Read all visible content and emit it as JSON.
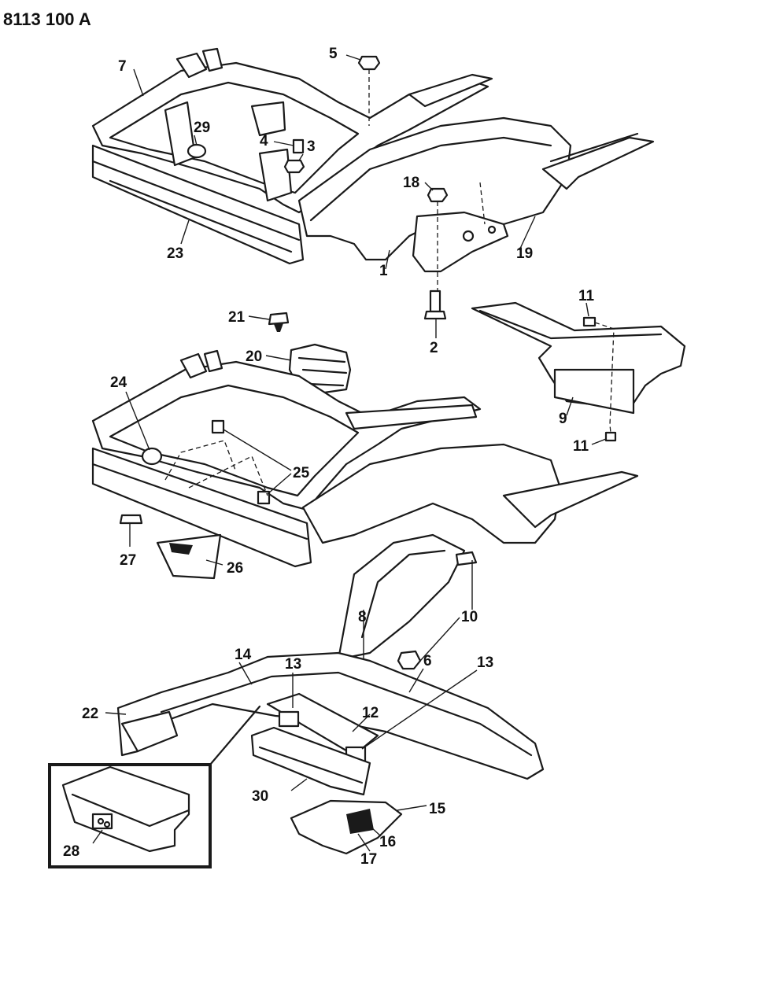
{
  "document": {
    "code": "8113 100 A"
  },
  "callouts": [
    {
      "id": "c1",
      "label": "1"
    },
    {
      "id": "c2",
      "label": "2"
    },
    {
      "id": "c3",
      "label": "3"
    },
    {
      "id": "c4",
      "label": "4"
    },
    {
      "id": "c5",
      "label": "5"
    },
    {
      "id": "c6",
      "label": "6"
    },
    {
      "id": "c7",
      "label": "7"
    },
    {
      "id": "c8",
      "label": "8"
    },
    {
      "id": "c9",
      "label": "9"
    },
    {
      "id": "c10",
      "label": "10"
    },
    {
      "id": "c11a",
      "label": "11"
    },
    {
      "id": "c11b",
      "label": "11"
    },
    {
      "id": "c12",
      "label": "12"
    },
    {
      "id": "c13a",
      "label": "13"
    },
    {
      "id": "c13b",
      "label": "13"
    },
    {
      "id": "c14",
      "label": "14"
    },
    {
      "id": "c15",
      "label": "15"
    },
    {
      "id": "c16",
      "label": "16"
    },
    {
      "id": "c17",
      "label": "17"
    },
    {
      "id": "c18",
      "label": "18"
    },
    {
      "id": "c19",
      "label": "19"
    },
    {
      "id": "c20",
      "label": "20"
    },
    {
      "id": "c21",
      "label": "21"
    },
    {
      "id": "c22",
      "label": "22"
    },
    {
      "id": "c23",
      "label": "23"
    },
    {
      "id": "c24",
      "label": "24"
    },
    {
      "id": "c25",
      "label": "25"
    },
    {
      "id": "c26",
      "label": "26"
    },
    {
      "id": "c27",
      "label": "27"
    },
    {
      "id": "c28",
      "label": "28"
    },
    {
      "id": "c29",
      "label": "29"
    },
    {
      "id": "c30",
      "label": "30"
    }
  ]
}
